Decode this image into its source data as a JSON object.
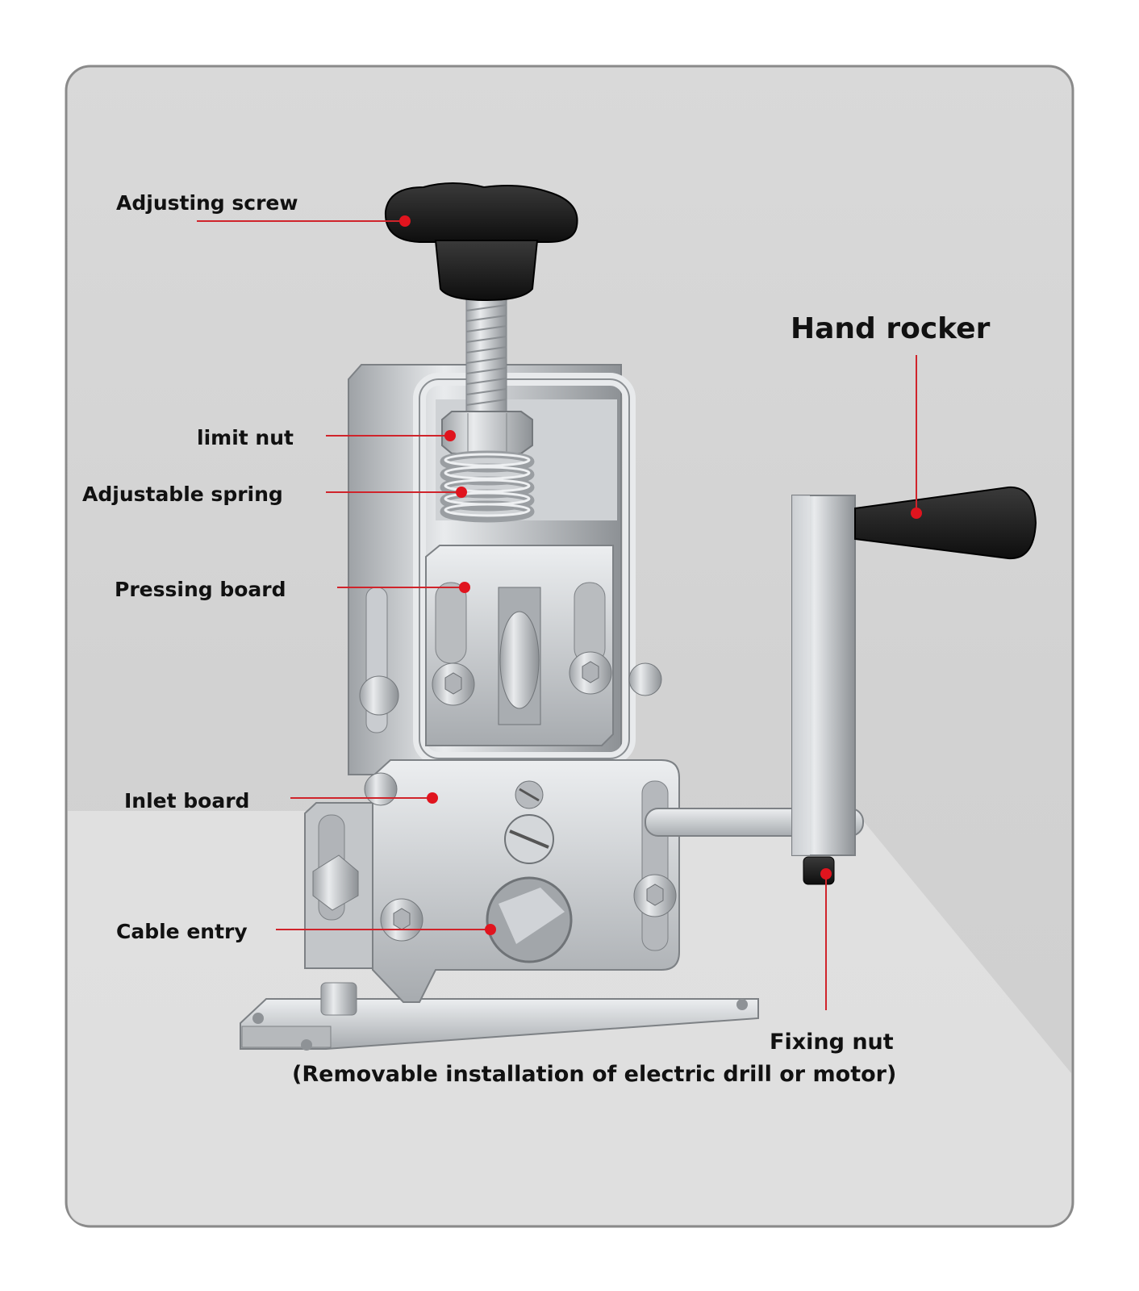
{
  "diagram": {
    "labels": {
      "adjusting_screw": "Adjusting screw",
      "hand_rocker": "Hand rocker",
      "limit_nut": "limit nut",
      "adjustable_spring": "Adjustable spring",
      "pressing_board": "Pressing board",
      "inlet_board": "Inlet board",
      "cable_entry": "Cable entry",
      "fixing_nut": "Fixing nut",
      "fixing_nut_note": "(Removable installation of electric drill or motor)"
    },
    "colors": {
      "leader_line": "#d0242b",
      "marker_dot": "#e0141e",
      "label_text": "#111111",
      "panel_background": "#d6d6d6",
      "panel_border": "#8a8a8a"
    }
  }
}
